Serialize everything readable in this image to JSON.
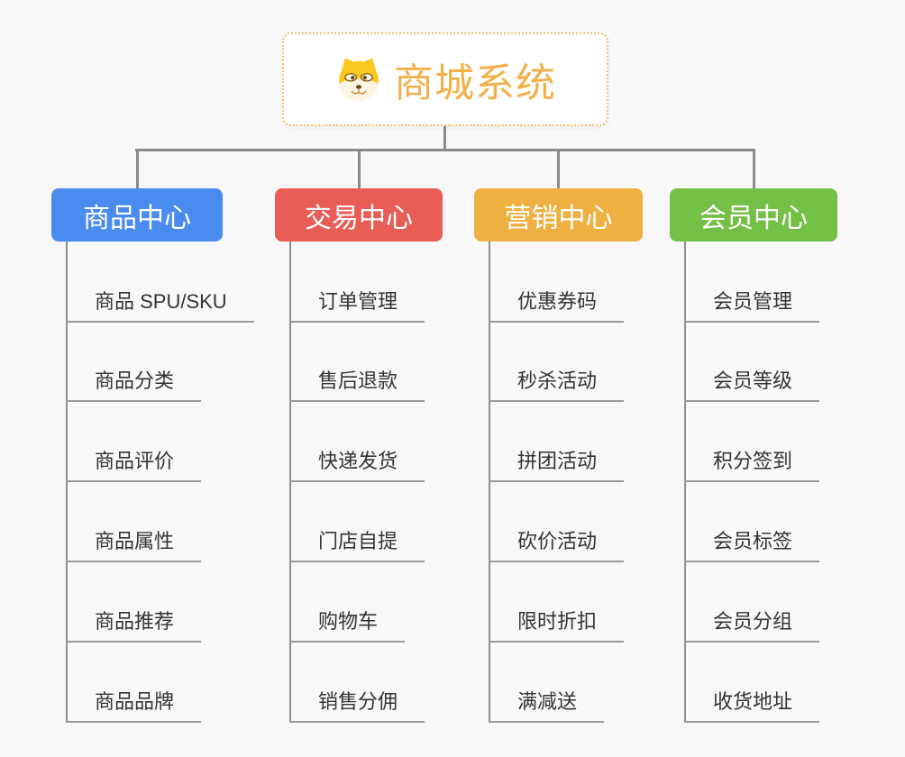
{
  "root": {
    "title": "商城系统",
    "icon": "dog-face-icon",
    "border_color": "#f3bf6c",
    "title_color": "#f2b04a"
  },
  "branches": [
    {
      "label": "商品中心",
      "color": "#4a8bf0",
      "children": [
        "商品 SPU/SKU",
        "商品分类",
        "商品评价",
        "商品属性",
        "商品推荐",
        "商品品牌"
      ]
    },
    {
      "label": "交易中心",
      "color": "#e85d56",
      "children": [
        "订单管理",
        "售后退款",
        "快递发货",
        "门店自提",
        "购物车",
        "销售分佣"
      ]
    },
    {
      "label": "营销中心",
      "color": "#eeb041",
      "children": [
        "优惠券码",
        "秒杀活动",
        "拼团活动",
        "砍价活动",
        "限时折扣",
        "满减送"
      ]
    },
    {
      "label": "会员中心",
      "color": "#74c046",
      "children": [
        "会员管理",
        "会员等级",
        "积分签到",
        "会员标签",
        "会员分组",
        "收货地址"
      ]
    }
  ],
  "colors": {
    "background": "#f8f8f8",
    "connector": "#8a8a8a",
    "child_text": "#333333",
    "child_underline": "#9a9a9a"
  }
}
